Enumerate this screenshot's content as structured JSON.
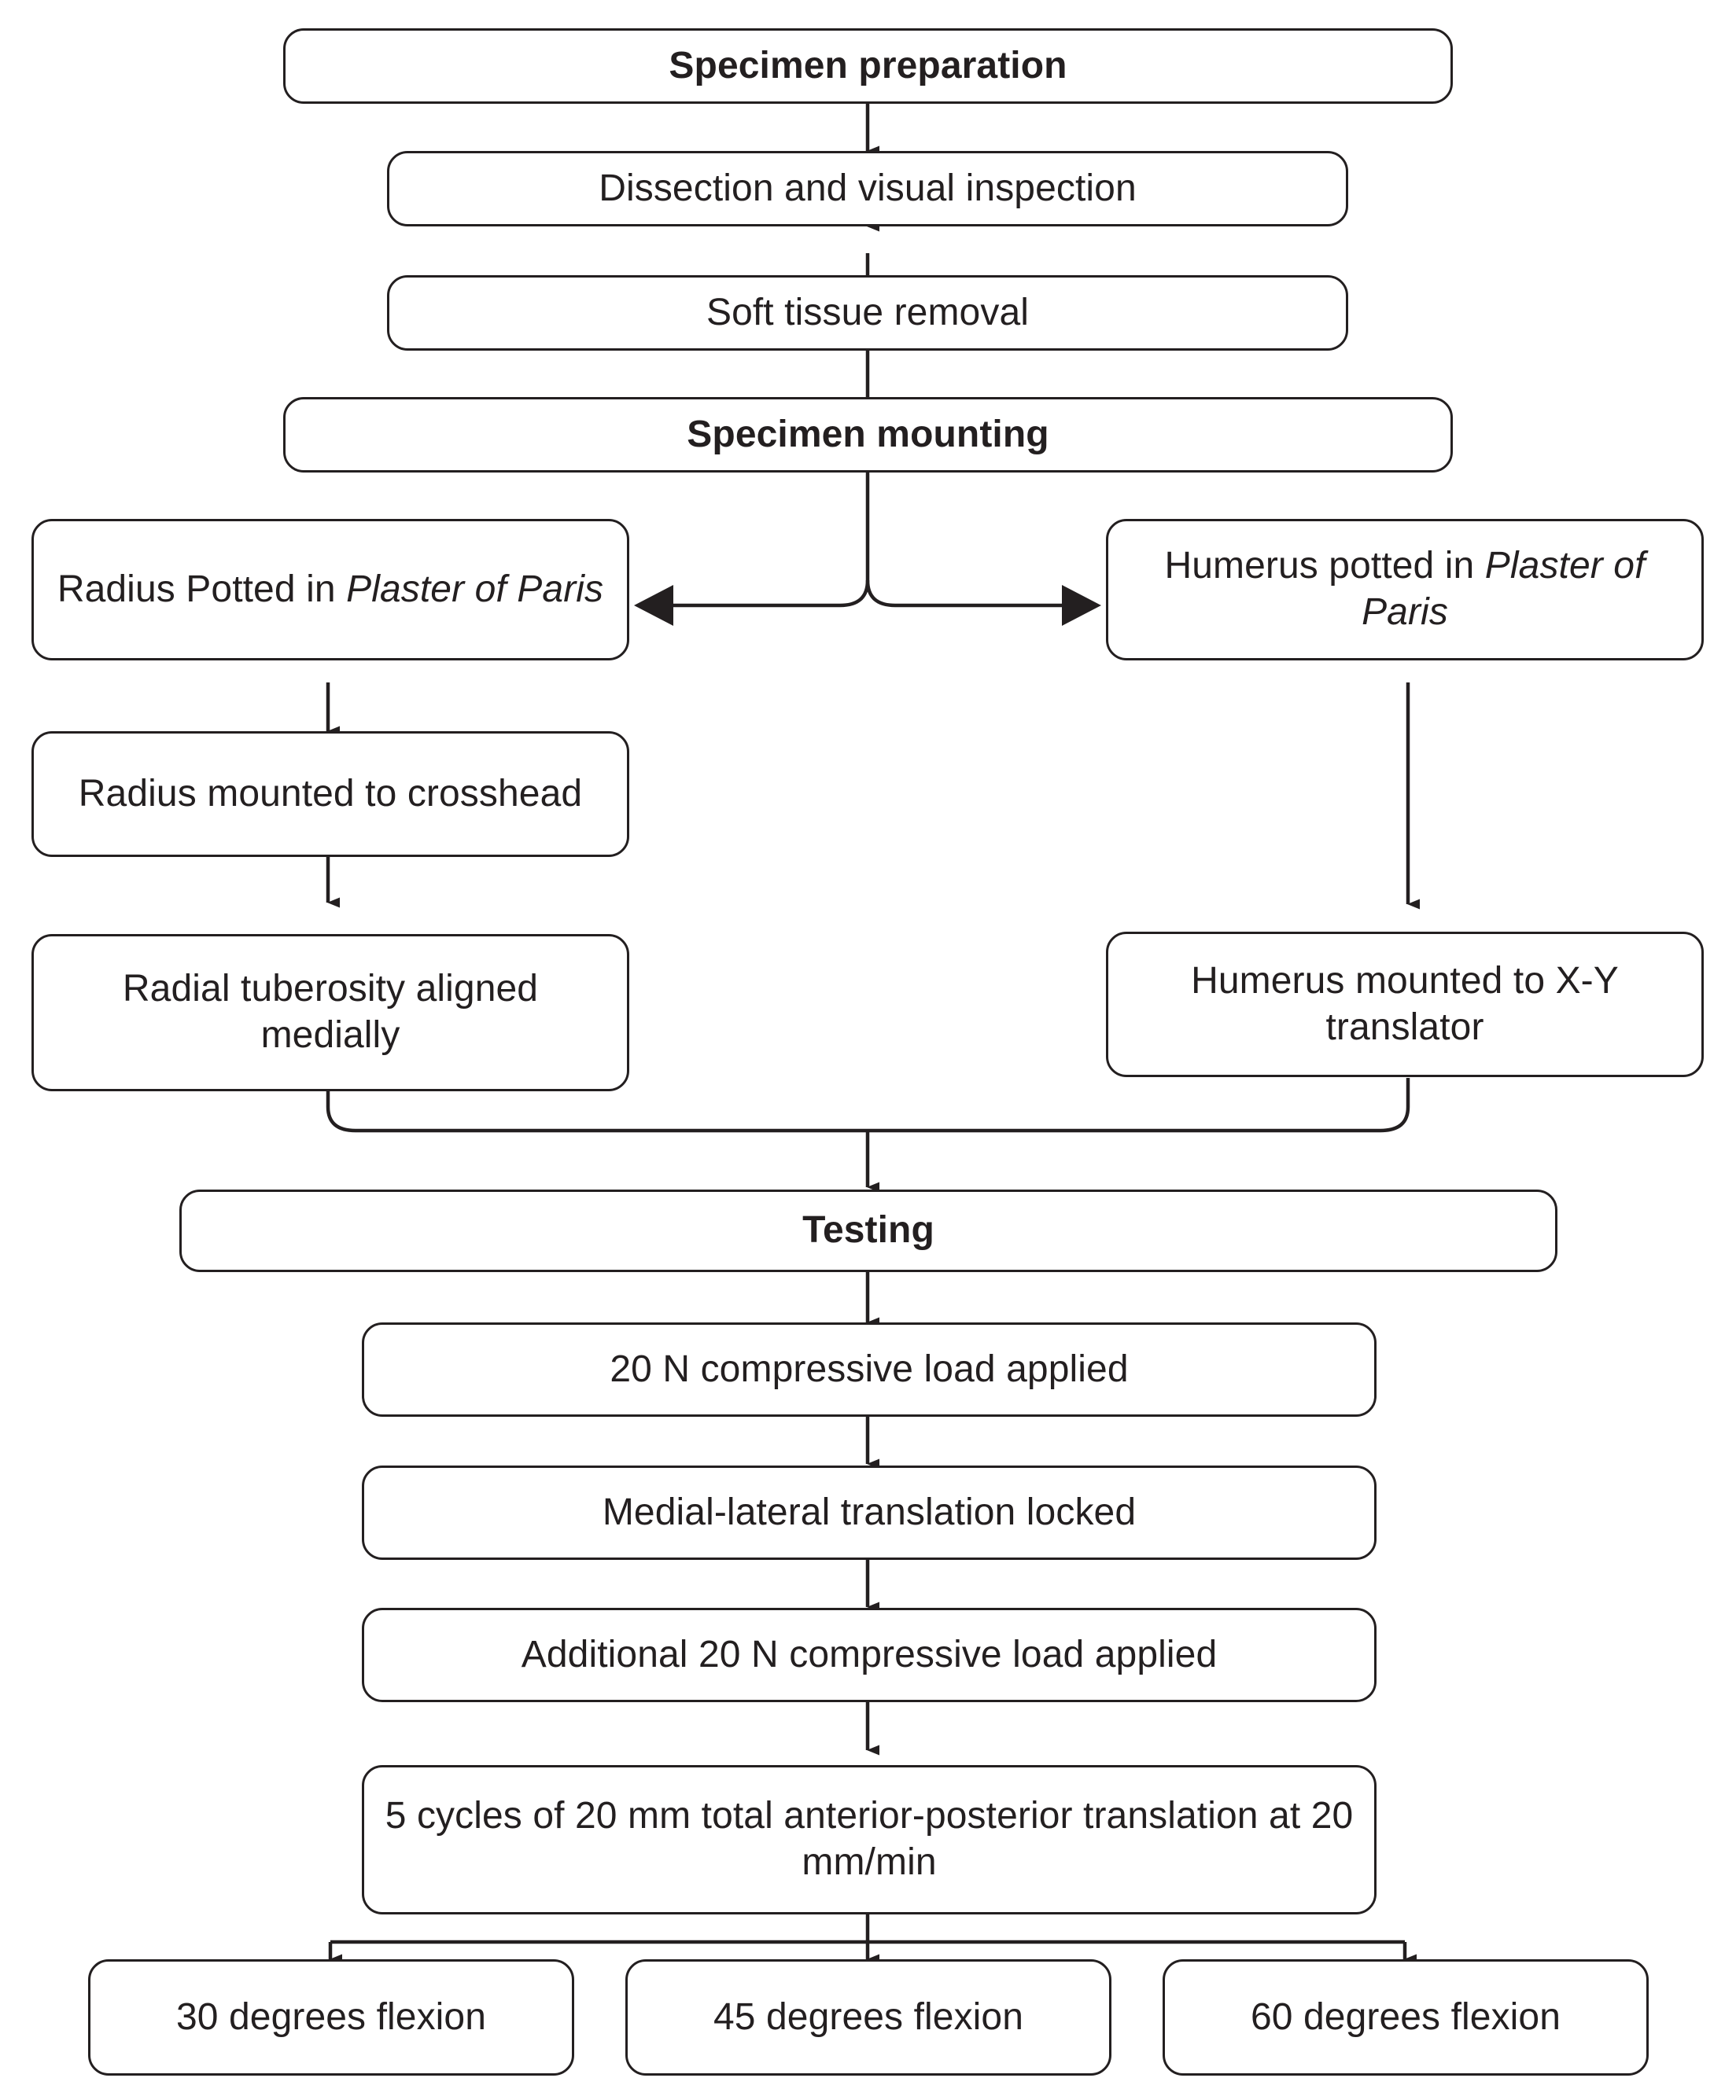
{
  "figure": {
    "kind": "flowchart",
    "orientation": "top-to-bottom",
    "background_color": "#ffffff",
    "line_color": "#231f20",
    "box_fill": "#ffffff"
  },
  "nodes": {
    "specimen_preparation": {
      "label": "Specimen preparation",
      "emphasis": "bold"
    },
    "dissection": {
      "label": "Dissection and visual inspection",
      "emphasis": "normal"
    },
    "soft_tissue_removal": {
      "label": "Soft tissue removal",
      "emphasis": "normal"
    },
    "specimen_mounting": {
      "label": "Specimen mounting",
      "emphasis": "bold"
    },
    "radius_potted": {
      "label": "Radius Potted in Plaster of Paris",
      "plain_prefix": "Radius Potted in ",
      "italic_part": "Plaster of Paris",
      "emphasis": "normal"
    },
    "humerus_potted": {
      "label": "Humerus potted in Plaster of Paris",
      "plain_prefix": "Humerus potted in ",
      "italic_part": "Plaster of Paris",
      "emphasis": "normal"
    },
    "radius_crosshead": {
      "label": "Radius mounted to crosshead",
      "emphasis": "normal"
    },
    "humerus_translator": {
      "label": "Humerus mounted to X-Y translator",
      "emphasis": "normal"
    },
    "radial_tuberosity": {
      "label": "Radial tuberosity aligned medially",
      "emphasis": "normal"
    },
    "testing": {
      "label": "Testing",
      "emphasis": "bold"
    },
    "load_20n": {
      "label": "20 N compressive load applied",
      "emphasis": "normal"
    },
    "ml_locked": {
      "label": "Medial-lateral translation locked",
      "emphasis": "normal"
    },
    "load_additional_20n": {
      "label": "Additional 20 N compressive load applied",
      "emphasis": "normal"
    },
    "cycles": {
      "label": "5 cycles of 20 mm total anterior-posterior translation at 20 mm/min",
      "emphasis": "normal"
    },
    "flexion_30": {
      "label": "30 degrees flexion",
      "emphasis": "normal"
    },
    "flexion_45": {
      "label": "45 degrees flexion",
      "emphasis": "normal"
    },
    "flexion_60": {
      "label": "60 degrees flexion",
      "emphasis": "normal"
    }
  },
  "edges": [
    {
      "from": "specimen_preparation",
      "to": "dissection",
      "type": "arrow-down"
    },
    {
      "from": "dissection",
      "to": "soft_tissue_removal",
      "type": "arrow-down"
    },
    {
      "from": "soft_tissue_removal",
      "to": "specimen_mounting",
      "type": "arrow-down"
    },
    {
      "from": "specimen_mounting",
      "to": "radius_potted",
      "type": "split-left"
    },
    {
      "from": "specimen_mounting",
      "to": "humerus_potted",
      "type": "split-right"
    },
    {
      "from": "radius_potted",
      "to": "radius_crosshead",
      "type": "arrow-down"
    },
    {
      "from": "radius_crosshead",
      "to": "radial_tuberosity",
      "type": "arrow-down"
    },
    {
      "from": "humerus_potted",
      "to": "humerus_translator",
      "type": "arrow-down"
    },
    {
      "from": "radial_tuberosity",
      "to": "testing",
      "type": "merge-from-left"
    },
    {
      "from": "humerus_translator",
      "to": "testing",
      "type": "merge-from-right"
    },
    {
      "from": "testing",
      "to": "load_20n",
      "type": "arrow-down"
    },
    {
      "from": "load_20n",
      "to": "ml_locked",
      "type": "arrow-down"
    },
    {
      "from": "ml_locked",
      "to": "load_additional_20n",
      "type": "arrow-down"
    },
    {
      "from": "load_additional_20n",
      "to": "cycles",
      "type": "arrow-down"
    },
    {
      "from": "cycles",
      "to": "flexion_30",
      "type": "split-left"
    },
    {
      "from": "cycles",
      "to": "flexion_45",
      "type": "arrow-down"
    },
    {
      "from": "cycles",
      "to": "flexion_60",
      "type": "split-right"
    }
  ]
}
